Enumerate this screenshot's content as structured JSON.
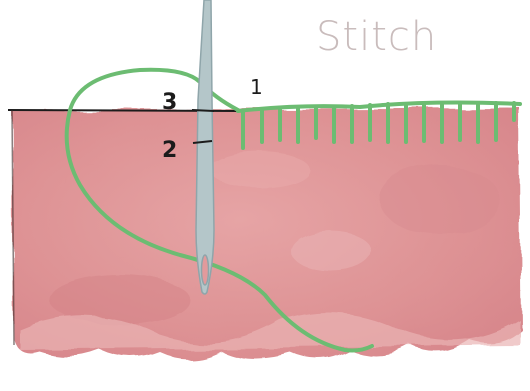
{
  "title": "Stitch",
  "labels": {
    "point_1": "1",
    "point_2": "2",
    "point_3": "3"
  },
  "colors": {
    "fabric": "#e29a9c",
    "fabric_dark": "#d07f85",
    "thread": "#6cbc72",
    "needle": "#9db1b6",
    "title_text": "#c9bcbc"
  }
}
